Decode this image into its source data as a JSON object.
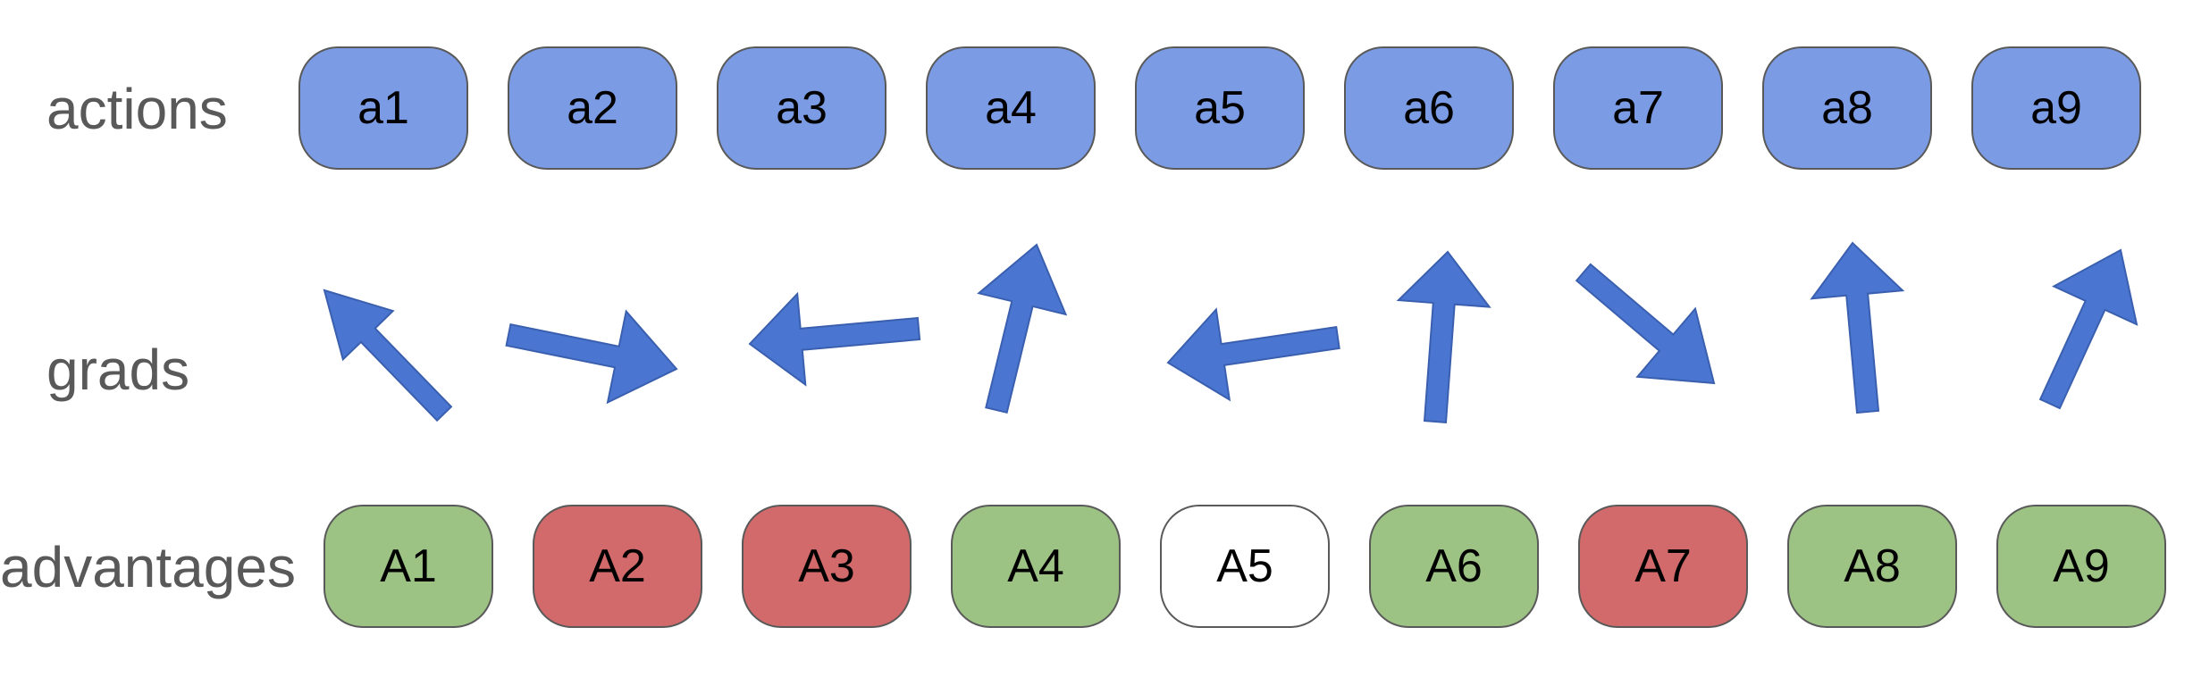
{
  "rows": {
    "actions": "actions",
    "grads": "grads",
    "advantages": "advantages"
  },
  "actions": [
    {
      "label": "a1"
    },
    {
      "label": "a2"
    },
    {
      "label": "a3"
    },
    {
      "label": "a4"
    },
    {
      "label": "a5"
    },
    {
      "label": "a6"
    },
    {
      "label": "a7"
    },
    {
      "label": "a8"
    },
    {
      "label": "a9"
    }
  ],
  "advantages": [
    {
      "label": "A1",
      "sign": "positive"
    },
    {
      "label": "A2",
      "sign": "negative"
    },
    {
      "label": "A3",
      "sign": "negative"
    },
    {
      "label": "A4",
      "sign": "positive"
    },
    {
      "label": "A5",
      "sign": "zero"
    },
    {
      "label": "A6",
      "sign": "positive"
    },
    {
      "label": "A7",
      "sign": "negative"
    },
    {
      "label": "A8",
      "sign": "positive"
    },
    {
      "label": "A9",
      "sign": "positive"
    }
  ],
  "grads": [
    {
      "name": "grad-1",
      "direction": "up-left"
    },
    {
      "name": "grad-2",
      "direction": "right"
    },
    {
      "name": "grad-3",
      "direction": "left"
    },
    {
      "name": "grad-4",
      "direction": "up"
    },
    {
      "name": "grad-5",
      "direction": "left"
    },
    {
      "name": "grad-6",
      "direction": "up"
    },
    {
      "name": "grad-7",
      "direction": "down-right"
    },
    {
      "name": "grad-8",
      "direction": "up"
    },
    {
      "name": "grad-9",
      "direction": "up-right"
    }
  ],
  "colors": {
    "action_fill": "#7b9be4",
    "arrow_fill": "#4a76d2",
    "positive_fill": "#9cc284",
    "negative_fill": "#d2696a",
    "zero_fill": "#ffffff",
    "border": "#595959",
    "label_text": "#595959"
  }
}
